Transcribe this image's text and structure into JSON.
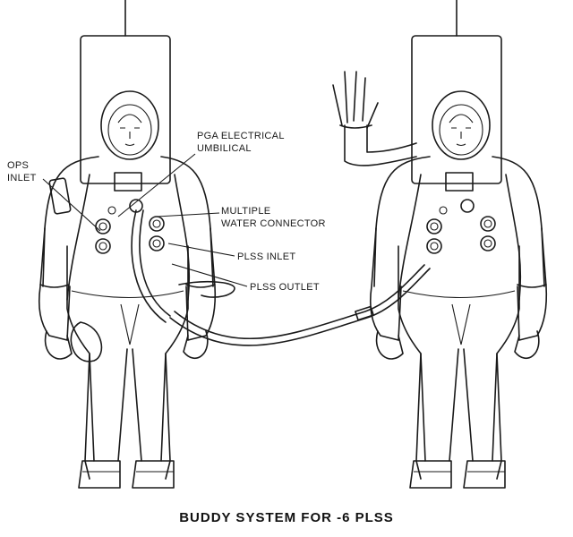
{
  "labels": {
    "ops_inlet": [
      "OPS",
      "INLET"
    ],
    "pga_umbilical": [
      "PGA ELECTRICAL",
      "UMBILICAL"
    ],
    "water_connector": [
      "MULTIPLE",
      "WATER CONNECTOR"
    ],
    "plss_inlet": "PLSS INLET",
    "plss_outlet": "PLSS OUTLET"
  },
  "caption": "BUDDY SYSTEM FOR -6 PLSS"
}
